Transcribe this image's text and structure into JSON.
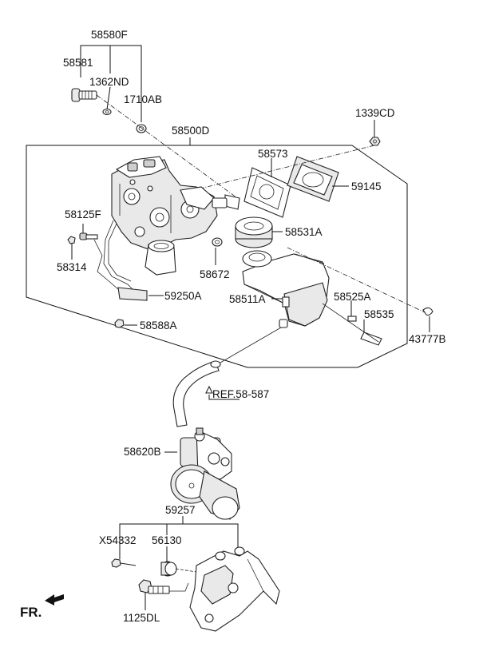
{
  "labels": {
    "p58580F": "58580F",
    "p58581": "58581",
    "p1362ND": "1362ND",
    "p1710AB": "1710AB",
    "p1339CD": "1339CD",
    "p58500D": "58500D",
    "p58573": "58573",
    "p59145": "59145",
    "p58125F": "58125F",
    "p58314": "58314",
    "p58531A": "58531A",
    "p58672": "58672",
    "p59250A": "59250A",
    "p58511A": "58511A",
    "p58525A": "58525A",
    "p58535": "58535",
    "p43777B": "43777B",
    "p58588A": "58588A",
    "ref": "REF.58-587",
    "p58620B": "58620B",
    "p59257": "59257",
    "pX54332": "X54332",
    "p56130": "56130",
    "p1125DL": "1125DL",
    "fr": "FR."
  }
}
